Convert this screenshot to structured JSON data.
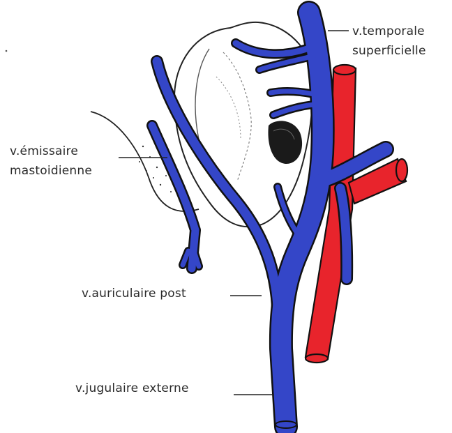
{
  "labels": {
    "temporale_line1": "v.temporale",
    "temporale_line2": "superficielle",
    "emissaire_line1": "v.émissaire",
    "emissaire_line2": "mastoidienne",
    "auriculaire": "v.auriculaire post",
    "jugulaire": "v.jugulaire externe"
  },
  "colors": {
    "vein": "#3446c8",
    "artery": "#e8242c",
    "outline": "#111111",
    "text": "#2a2a2a"
  }
}
